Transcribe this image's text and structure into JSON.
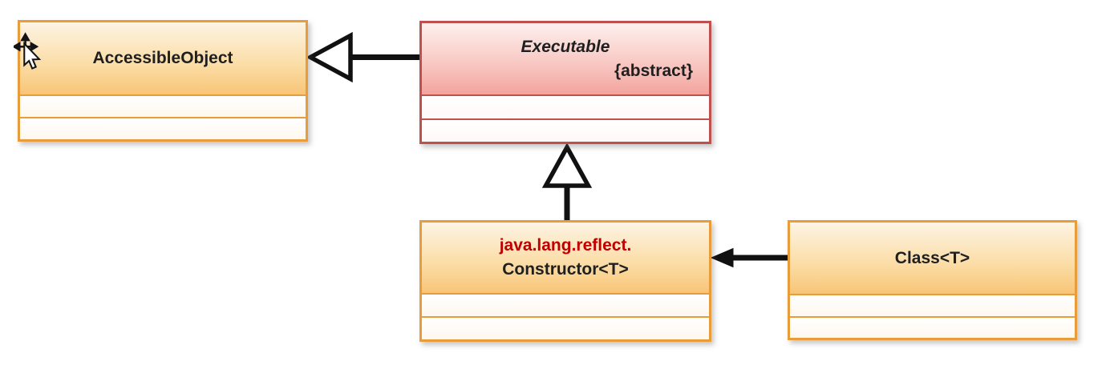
{
  "diagram": {
    "type": "uml-class-diagram",
    "classes": {
      "accessible_object": {
        "name": "AccessibleObject"
      },
      "executable": {
        "name": "Executable",
        "stereotype": "{abstract}"
      },
      "constructor": {
        "package": "java.lang.reflect.",
        "name": "Constructor<T>"
      },
      "class_t": {
        "name": "Class<T>"
      }
    },
    "relations": [
      {
        "type": "generalization",
        "from": "Executable",
        "to": "AccessibleObject"
      },
      {
        "type": "generalization",
        "from": "Constructor<T>",
        "to": "Executable"
      },
      {
        "type": "association",
        "from": "Class<T>",
        "to": "Constructor<T>"
      }
    ],
    "colors": {
      "orange_border": "#E99C3A",
      "orange_header_top": "#FDF4E4",
      "orange_header_bottom": "#F8C577",
      "red_border": "#C0504D",
      "red_header_top": "#FDF0EE",
      "red_header_bottom": "#F3A49D",
      "package_text": "#C00000",
      "title_text": "#1F1F1F",
      "connector": "#111111"
    },
    "cursor": "move-cursor"
  }
}
